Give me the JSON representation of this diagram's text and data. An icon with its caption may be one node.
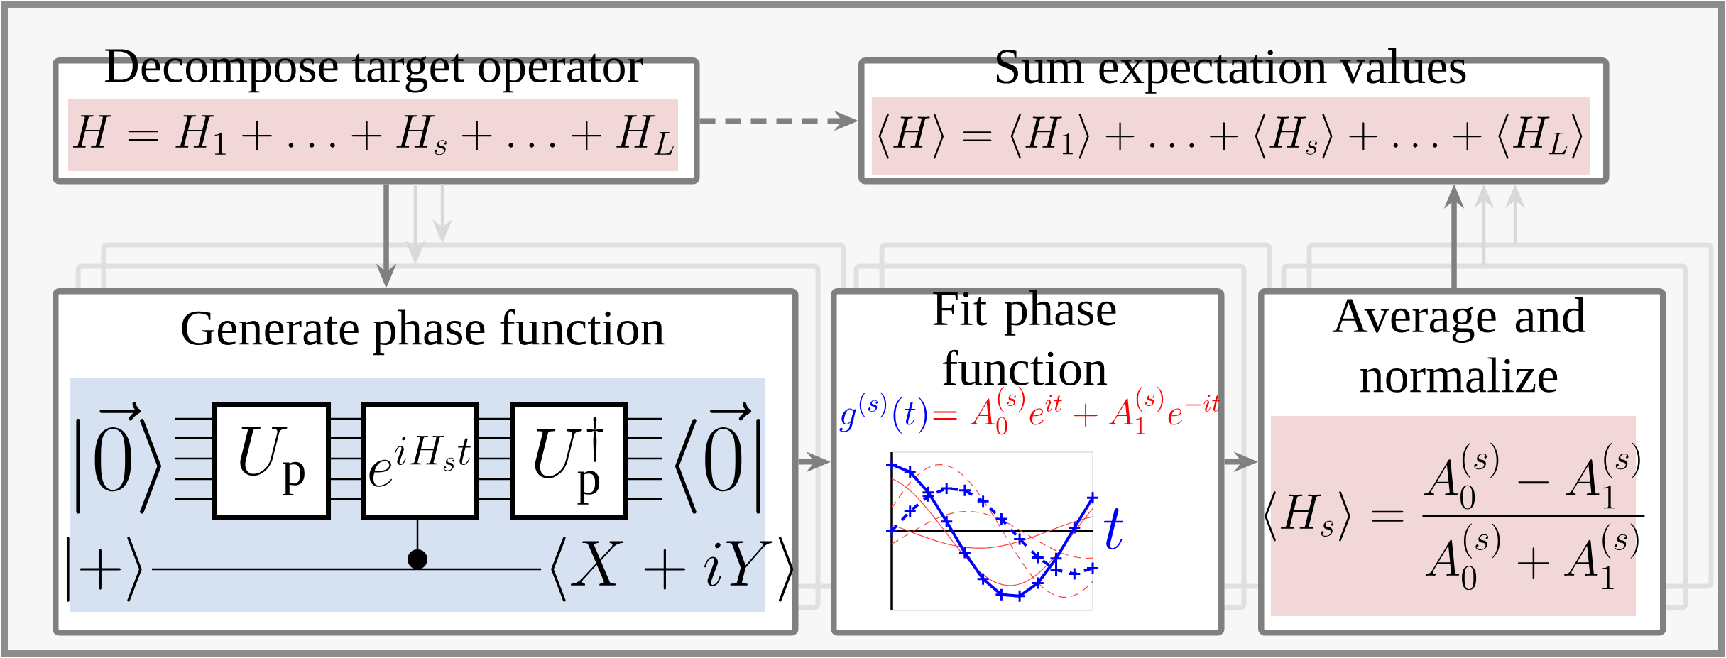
{
  "diagram": {
    "nodes": [
      {
        "text": [
          "Decompose target operator",
          "H = H_1 + \\ldots + H_s + \\ldots + H_L"
        ]
      },
      {
        "text": [
          "Sum expectation values",
          "\\langle H\\rangle = \\langle H_1\\rangle + \\ldots + \\langle H_s\\rangle + \\ldots + \\langle H_L\\rangle"
        ]
      },
      {
        "text": [
          "Generate phase function"
        ]
      },
      {
        "text": [
          "|\\vec{0}\\rangle"
        ],
        "in": 2
      },
      {
        "text": [
          "U_\\mathrm{p}"
        ],
        "in": 2
      },
      {
        "text": [
          "e^{iH_st}"
        ],
        "in": 2
      },
      {
        "text": [
          "U_\\mathrm{p}^\\dagger"
        ],
        "in": 2
      },
      {
        "text": [
          "\\langle\\vec{0}|"
        ],
        "in": 2
      },
      {
        "text": [
          "|+\\rangle"
        ],
        "in": 2
      },
      {
        "text": [
          "\\langle X + iY\\rangle"
        ],
        "in": 2
      },
      {
        "text": [
          "Fit phase function",
          "g^{(s)}(t)",
          "= A_0^{(s)}e^{it} + A_1^{(s)}e^{-it}",
          "t"
        ]
      },
      {
        "text": [
          "Average and normalize",
          "\\langle H_s\\rangle = \\frac{A_0^{(s)} - A_1^{(s)}}{A_0^{(s)} + A_1^{(s)}}"
        ]
      }
    ],
    "edges": [
      {
        "from": 0,
        "to": 1,
        "arrow": "to",
        "style": "dashed",
        "color": "#808080"
      },
      {
        "from": 0,
        "to": 2,
        "arrow": "to",
        "color": "#808080"
      },
      {
        "from": 0,
        "to": null,
        "arrow": "to",
        "color": "#d9d9d9"
      },
      {
        "from": 0,
        "to": null,
        "arrow": "to",
        "color": "#d9d9d9"
      },
      {
        "from": 2,
        "to": 10,
        "arrow": "to",
        "color": "#808080"
      },
      {
        "from": 10,
        "to": 11,
        "arrow": "to",
        "color": "#808080"
      },
      {
        "from": 11,
        "to": 1,
        "arrow": "to",
        "color": "#808080"
      },
      {
        "from": null,
        "to": 1,
        "arrow": "to",
        "color": "#d9d9d9"
      },
      {
        "from": null,
        "to": 1,
        "arrow": "to",
        "color": "#d9d9d9"
      },
      {
        "from": 3,
        "to": 4,
        "arrow": "none"
      },
      {
        "from": 4,
        "to": 5,
        "arrow": "none"
      },
      {
        "from": 5,
        "to": 6,
        "arrow": "none"
      },
      {
        "from": 6,
        "to": 7,
        "arrow": "none"
      },
      {
        "from": 8,
        "to": 9,
        "arrow": "none"
      },
      {
        "from": 5,
        "to": null,
        "arrow": "other"
      }
    ]
  }
}
